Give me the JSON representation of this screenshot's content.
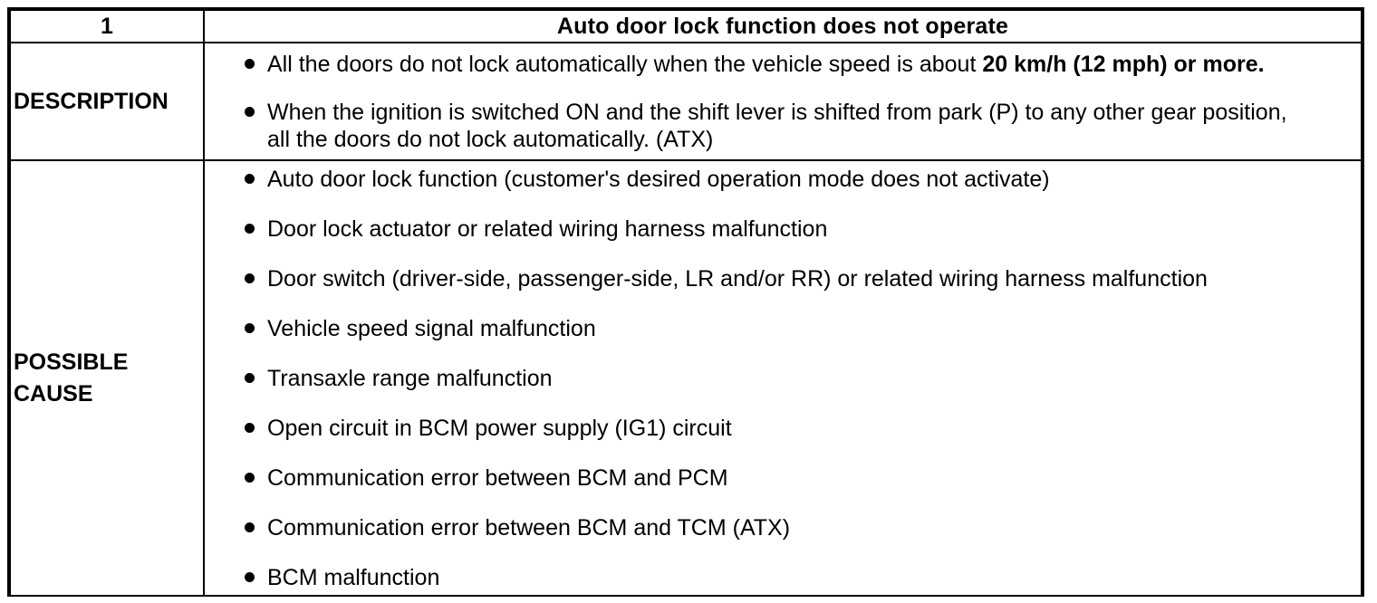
{
  "colors": {
    "border": "#000000",
    "background": "#ffffff",
    "text": "#000000"
  },
  "header": {
    "number": "1",
    "title": "Auto door lock function does not operate"
  },
  "description": {
    "label": "DESCRIPTION",
    "bullet1": {
      "text": "All the doors do not lock automatically when the vehicle speed is about ",
      "bold": "20 km/h (12 mph) or more."
    },
    "bullet2": {
      "text": "When the ignition is switched ON and the shift lever is shifted from park (P) to any other gear position, all the doors do not lock automatically. (ATX)",
      "bold": ""
    }
  },
  "possible_cause": {
    "label": "POSSIBLE CAUSE",
    "items": [
      "Auto door lock function (customer's desired operation mode does not activate)",
      "Door lock actuator or related wiring harness malfunction",
      "Door switch (driver-side, passenger-side, LR and/or RR) or related wiring harness malfunction",
      "Vehicle speed signal malfunction",
      "Transaxle range malfunction",
      "Open circuit in BCM power supply (IG1) circuit",
      "Communication error between BCM and PCM",
      "Communication error between BCM and TCM (ATX)",
      "BCM malfunction"
    ]
  }
}
